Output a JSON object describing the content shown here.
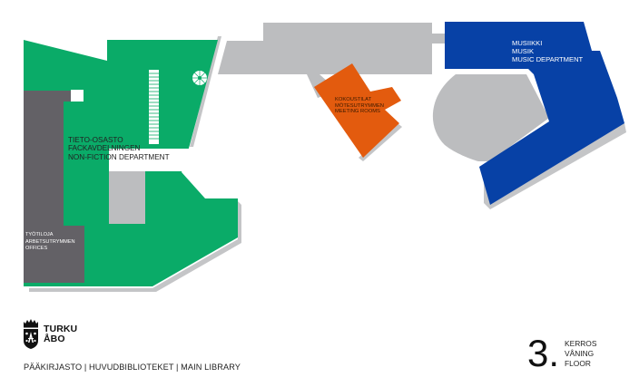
{
  "map": {
    "colors": {
      "nonfiction": "#0aab68",
      "offices": "#636166",
      "corridor": "#bcbdbf",
      "meeting": "#e35b0e",
      "music": "#0741a6",
      "shadow": "#c4c5c7"
    },
    "areas": {
      "nonfiction": {
        "name": "non-fiction-department",
        "lines": [
          "TIETO-OSASTO",
          "FACKAVDELNINGEN",
          "NON-FICTION DEPARTMENT"
        ]
      },
      "offices": {
        "name": "offices",
        "lines": [
          "TYÖTILOJA",
          "ARBETSUTRYMMEN",
          "OFFICES"
        ]
      },
      "meeting": {
        "name": "meeting-rooms",
        "lines": [
          "KOKOUSTILAT",
          "MÖTESUTRYMMEN",
          "MEETING ROOMS"
        ]
      },
      "music": {
        "name": "music-department",
        "lines": [
          "MUSIIKKI",
          "MUSIK",
          "MUSIC DEPARTMENT"
        ]
      }
    },
    "icons": [
      "stairs-icon",
      "spiral-stairs-icon"
    ]
  },
  "footer": {
    "brand_line1": "TURKU",
    "brand_line2": "ÅBO",
    "subtitle": "PÄÄKIRJASTO | HUVUDBIBLIOTEKET | MAIN LIBRARY",
    "floor_number": "3.",
    "floor_words": [
      "KERROS",
      "VÅNING",
      "FLOOR"
    ]
  }
}
